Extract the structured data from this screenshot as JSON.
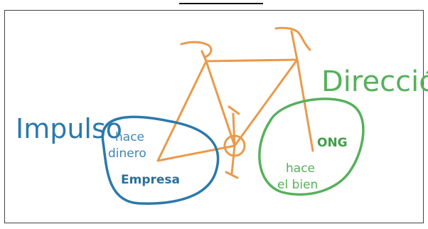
{
  "diagram": {
    "left_label": "Impulso",
    "right_label": "Dirección",
    "left_circle": {
      "line1": "hace",
      "line2": "dinero",
      "name": "Empresa"
    },
    "right_circle": {
      "name": "ONG",
      "line1": "hace",
      "line2": "el bien"
    },
    "colors": {
      "bike": "#e99a4b",
      "left": "#2b79aa",
      "right": "#56b15b"
    }
  }
}
